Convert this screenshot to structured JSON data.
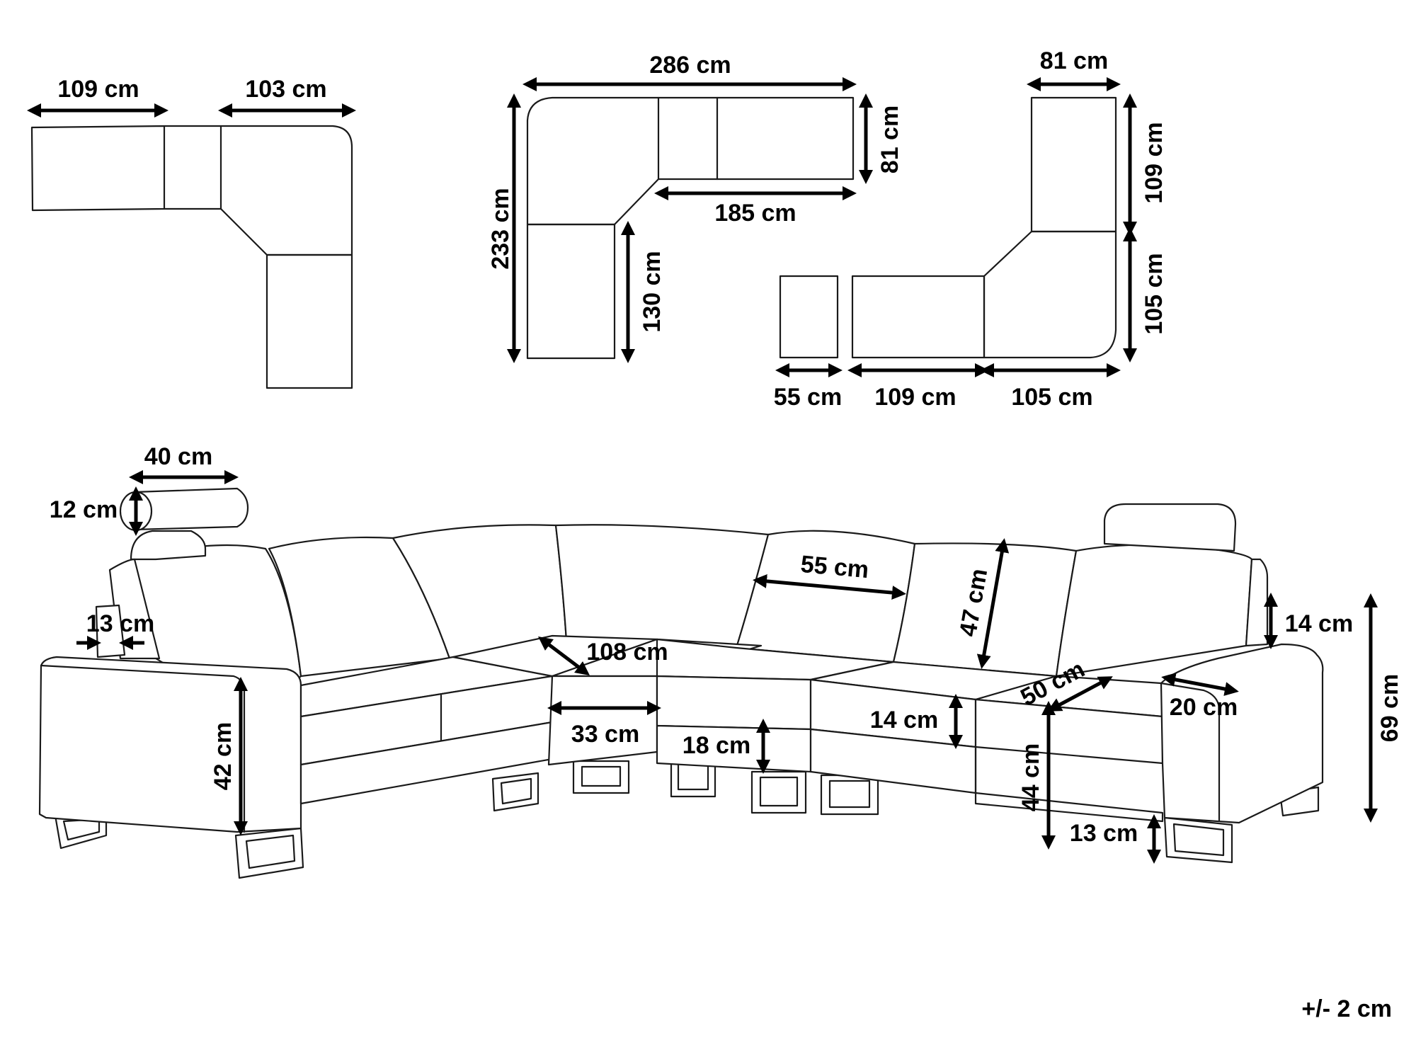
{
  "tolerance_note": "+/- 2 cm",
  "plan_views": {
    "left": {
      "width_a": "109 cm",
      "width_b": "103 cm"
    },
    "center": {
      "total_width": "286 cm",
      "depth_right": "81 cm",
      "length_right": "185 cm",
      "total_depth": "233 cm",
      "leg_length": "130 cm"
    },
    "right": {
      "top_width": "81 cm",
      "upper_height": "109 cm",
      "lower_height": "105 cm",
      "ottoman_width": "55 cm",
      "middle_width": "109 cm",
      "corner_width": "105 cm"
    }
  },
  "front_view": {
    "headrest_width": "40 cm",
    "headrest_height": "12 cm",
    "arm_width": "13 cm",
    "seat_height": "42 cm",
    "corner_diagonal": "108 cm",
    "corner_front": "33 cm",
    "leg_height_front": "18 cm",
    "backrest_width": "55 cm",
    "backrest_height": "47 cm",
    "cushion_thickness": "14 cm",
    "seat_depth": "50 cm",
    "seat_height_right": "44 cm",
    "leg_height": "13 cm",
    "arm_width_right": "20 cm",
    "arm_height_above_seat": "14 cm",
    "total_height": "69 cm"
  }
}
